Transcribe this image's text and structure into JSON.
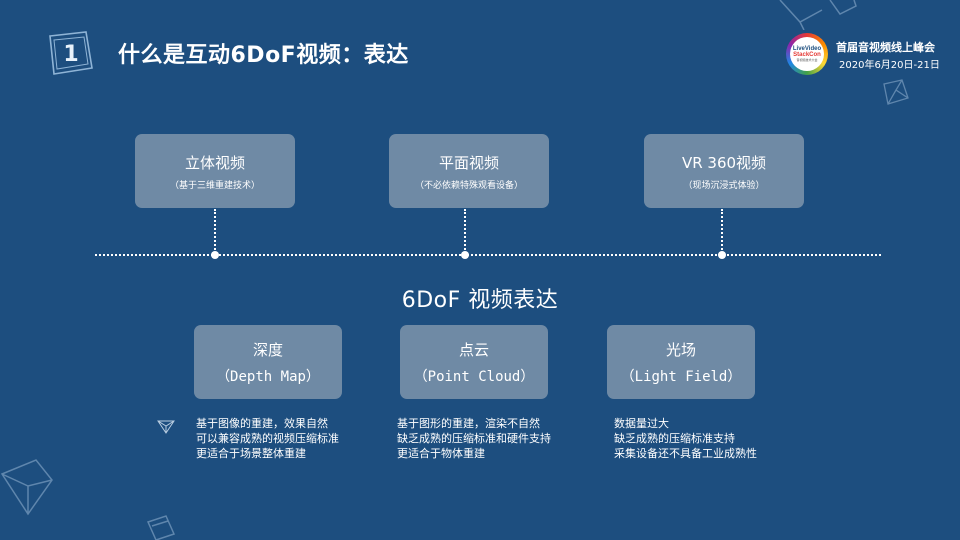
{
  "header": {
    "section_number": "1",
    "title": "什么是互动6DoF视频：表达"
  },
  "event": {
    "logo_line1": "LiveVideo",
    "logo_line2": "StackCon",
    "logo_line3": "音视频技术大会",
    "name": "首届音视频线上峰会",
    "date": "2020年6月20日-21日"
  },
  "video_types": [
    {
      "label": "立体视频",
      "note": "（基于三维重建技术）"
    },
    {
      "label": "平面视频",
      "note": "（不必依赖特殊观看设备）"
    },
    {
      "label": "VR 360视频",
      "note": "（现场沉浸式体验）"
    }
  ],
  "expression_title": "6DoF 视频表达",
  "expressions": [
    {
      "label": "深度",
      "english": "（Depth Map）",
      "description": [
        "基于图像的重建，效果自然",
        "可以兼容成熟的视频压缩标准",
        "更适合于场景整体重建"
      ]
    },
    {
      "label": "点云",
      "english": "（Point Cloud）",
      "description": [
        "基于图形的重建，渲染不自然",
        "缺乏成熟的压缩标准和硬件支持",
        "更适合于物体重建"
      ]
    },
    {
      "label": "光场",
      "english": "（Light Field）",
      "description": [
        "数据量过大",
        "缺乏成熟的压缩标准支持",
        "采集设备还不具备工业成熟性"
      ]
    }
  ],
  "colors": {
    "background": "#1d4e7f",
    "box": "#6f8aa5",
    "text": "#ffffff"
  }
}
